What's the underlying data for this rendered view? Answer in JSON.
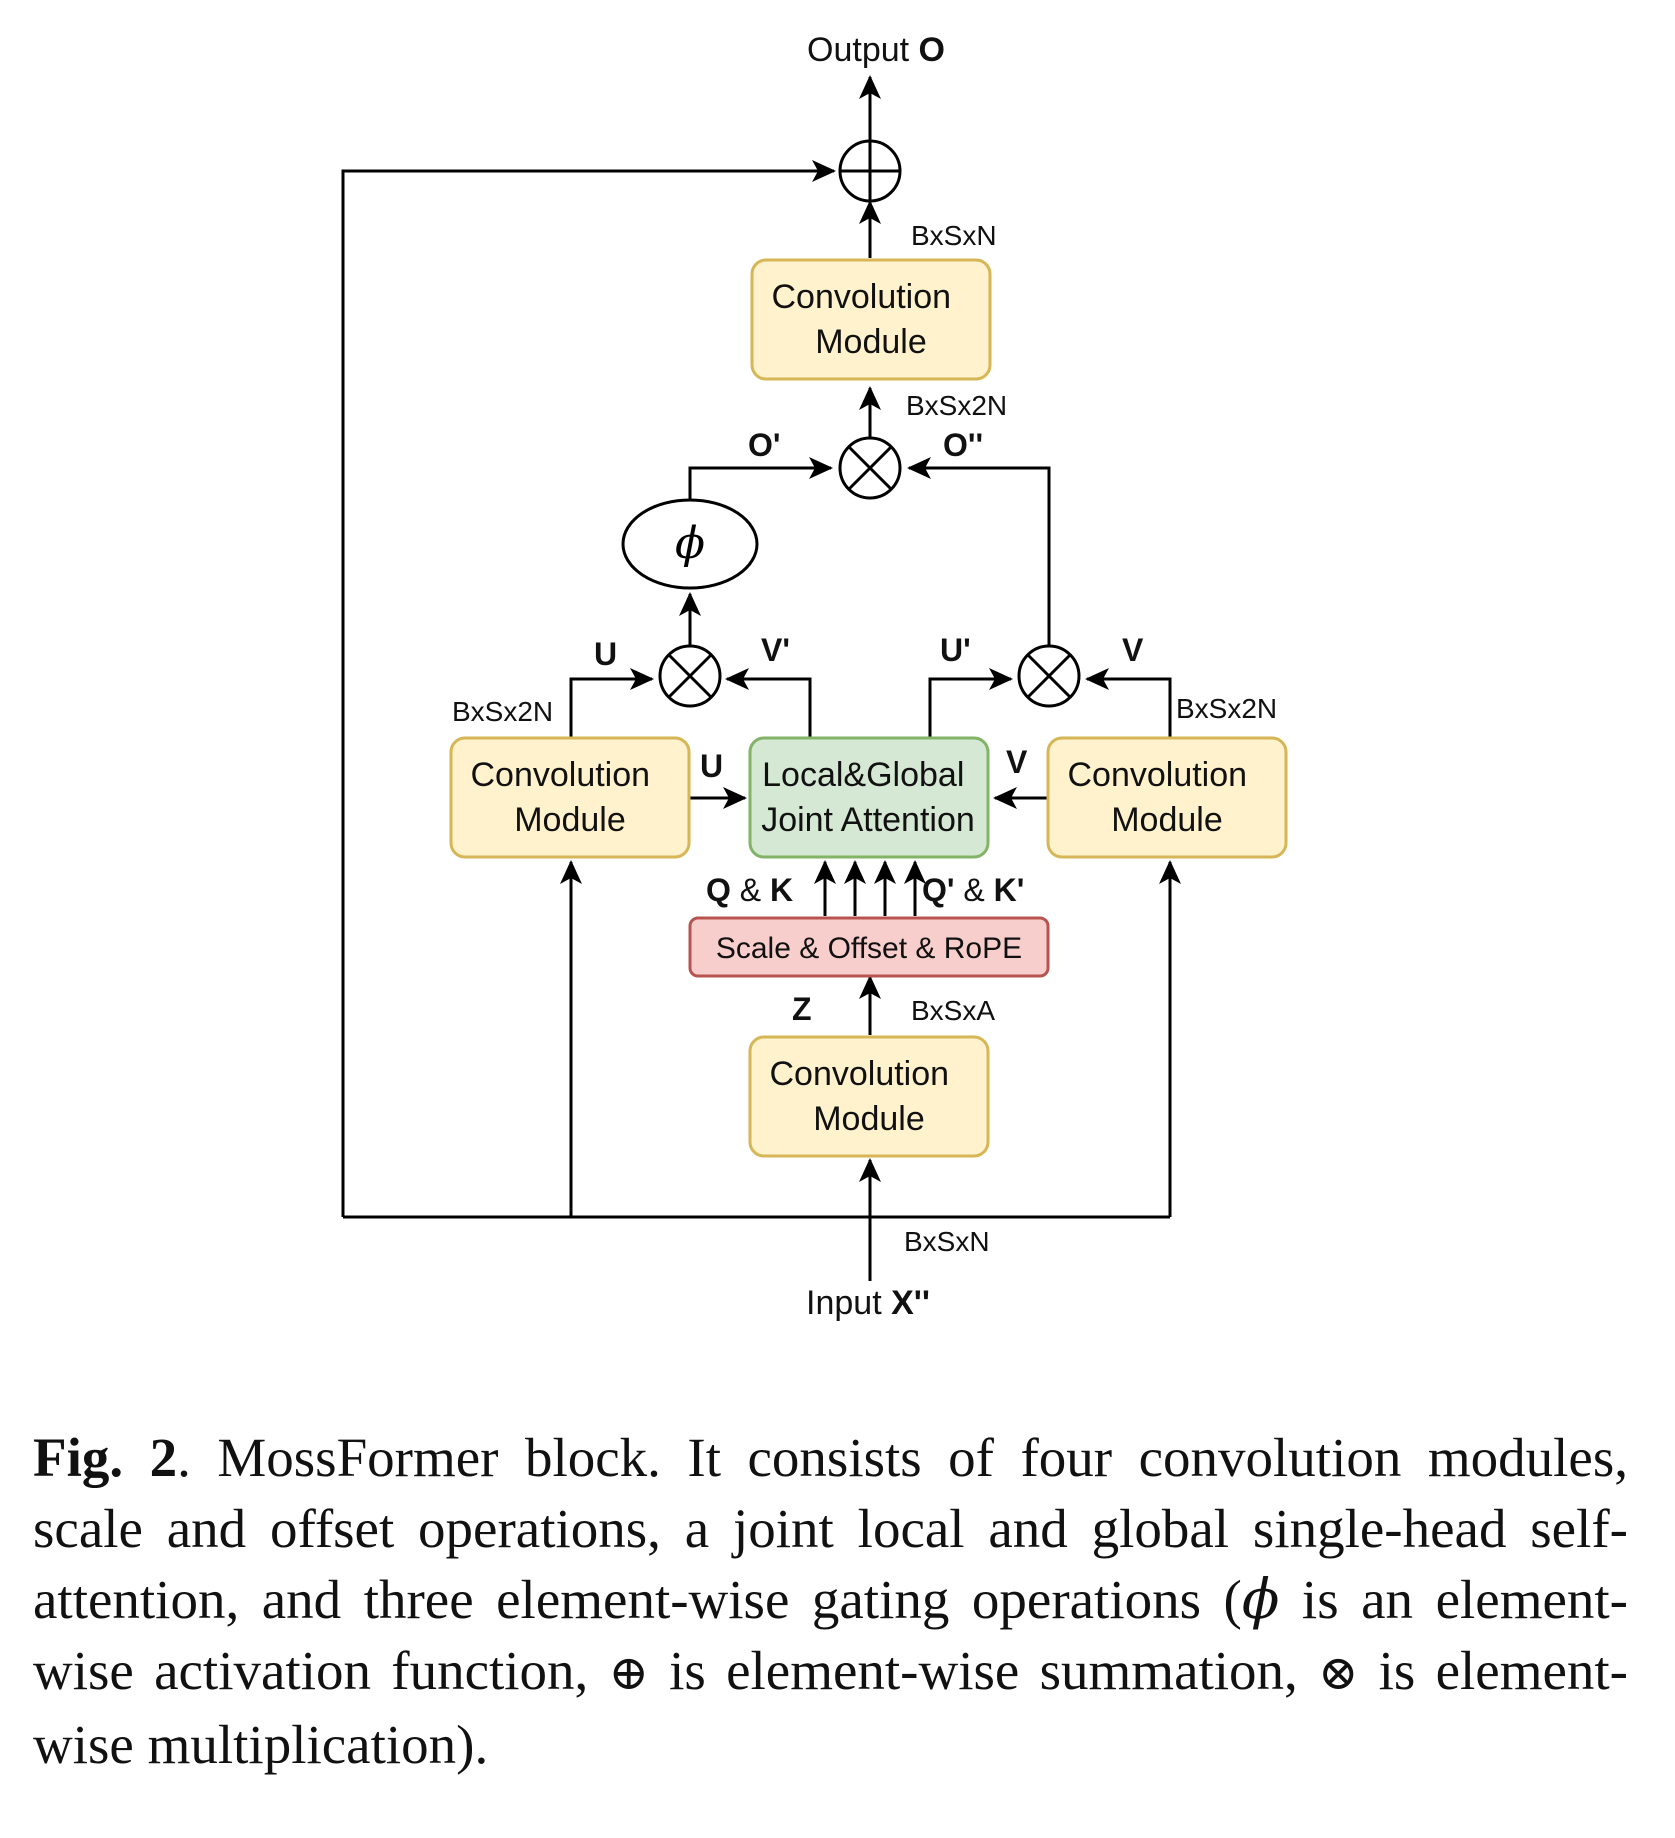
{
  "output": {
    "prefix": "Output ",
    "symbol": "O"
  },
  "input": {
    "prefix": "Input ",
    "symbol": "X''"
  },
  "dims": {
    "top_out": "BxSxN",
    "gate_out": "BxSx2N",
    "left_conv_out": "BxSx2N",
    "right_conv_out": "BxSx2N",
    "z_dim": "BxSxA",
    "input_dim": "BxSxN"
  },
  "modules": {
    "conv_top": [
      "Convolution",
      "Module"
    ],
    "conv_left": [
      "Convolution",
      "Module"
    ],
    "conv_right": [
      "Convolution",
      "Module"
    ],
    "conv_bottom": [
      "Convolution",
      "Module"
    ],
    "attention": [
      "Local&Global",
      "Joint Attention"
    ],
    "scale_offset": "Scale & Offset & RoPE",
    "activation": "ϕ"
  },
  "signals": {
    "o_prime": "O'",
    "o_double_prime": "O''",
    "u_left": "U",
    "v_prime": "V'",
    "u_prime": "U'",
    "v_right": "V",
    "u_attn": "U",
    "v_attn": "V",
    "z": "Z",
    "qk_q": "Q",
    "qk_k": "K",
    "qk_prime_q": "Q'",
    "qk_prime_k": "K'",
    "amp": " & "
  },
  "caption": {
    "fig": "Fig. 2",
    "dot": ".",
    "text1": "  MossFormer block.  It consists of four convolution modules, scale and offset operations, a joint local and global single-head self-attention, and three element-wise gating operations (",
    "phi": "ϕ",
    "text2": " is an element-wise activation function, ",
    "oplus": "⊕",
    "text3": " is element-wise summation, ",
    "otimes": "⊗",
    "text4": " is element-wise multiplication)."
  },
  "colors": {
    "conv_fill": "#fff2cc",
    "conv_stroke": "#d6b656",
    "attn_fill": "#d5e8d4",
    "attn_stroke": "#82b366",
    "scale_fill": "#f8cecc",
    "scale_stroke": "#b85450"
  }
}
